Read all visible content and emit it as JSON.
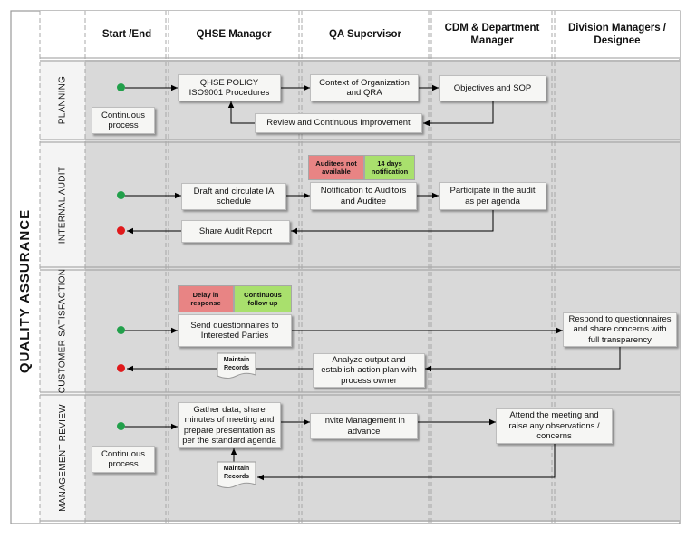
{
  "diagram": {
    "title": "QUALITY ASSURANCE",
    "columns": [
      {
        "label": "Start /End"
      },
      {
        "label": "QHSE Manager"
      },
      {
        "label": "QA Supervisor"
      },
      {
        "label": "CDM & Department\nManager"
      },
      {
        "label": "Division Managers /\nDesignee"
      }
    ],
    "rows": [
      {
        "label": "PLANNING"
      },
      {
        "label": "INTERNAL AUDIT"
      },
      {
        "label": "CUSTOMER SATISFACTION"
      },
      {
        "label": "MANAGEMENT REVIEW"
      }
    ],
    "boxes": {
      "qhse_policy": "QHSE POLICY\nISO9001 Procedures",
      "context_org": "Context of Organization\nand QRA",
      "objectives": "Objectives and SOP",
      "review_improvement": "Review and Continuous Improvement",
      "continuous_planning": "Continuous\nprocess",
      "draft_ia": "Draft and circulate IA\nschedule",
      "notification": "Notification to Auditors\nand Auditee",
      "participate": "Participate in the audit\nas per agenda",
      "share_report": "Share Audit Report",
      "send_questionnaires": "Send questionnaires to\nInterested Parties",
      "respond_questionnaires": "Respond to questionnaires\nand share concerns with\nfull transparency",
      "analyze_output": "Analyze output and\nestablish action plan with\nprocess owner",
      "gather_data": "Gather data, share\nminutes of meeting and\nprepare presentation as\nper the standard agenda",
      "invite_management": "Invite Management in\nadvance",
      "attend_meeting": "Attend the meeting and\nraise any observations /\nconcerns",
      "continuous_review": "Continuous\nprocess"
    },
    "tags": {
      "auditees_not_available": "Auditees not\navailable",
      "days_notification": "14 days\nnotification",
      "delay_response": "Delay in\nresponse",
      "continuous_follow_up": "Continuous\nfollow up"
    },
    "documents": {
      "maintain_records_cs": "Maintain\nRecords",
      "maintain_records_mr": "Maintain\nRecords"
    },
    "colors": {
      "start_dot": "#22a04b",
      "end_dot": "#e0191b",
      "risk_tag": "#e88484",
      "control_tag": "#a9e06d",
      "lane_fill": "#d8d8d8",
      "header_fill": "#ffffff"
    }
  }
}
